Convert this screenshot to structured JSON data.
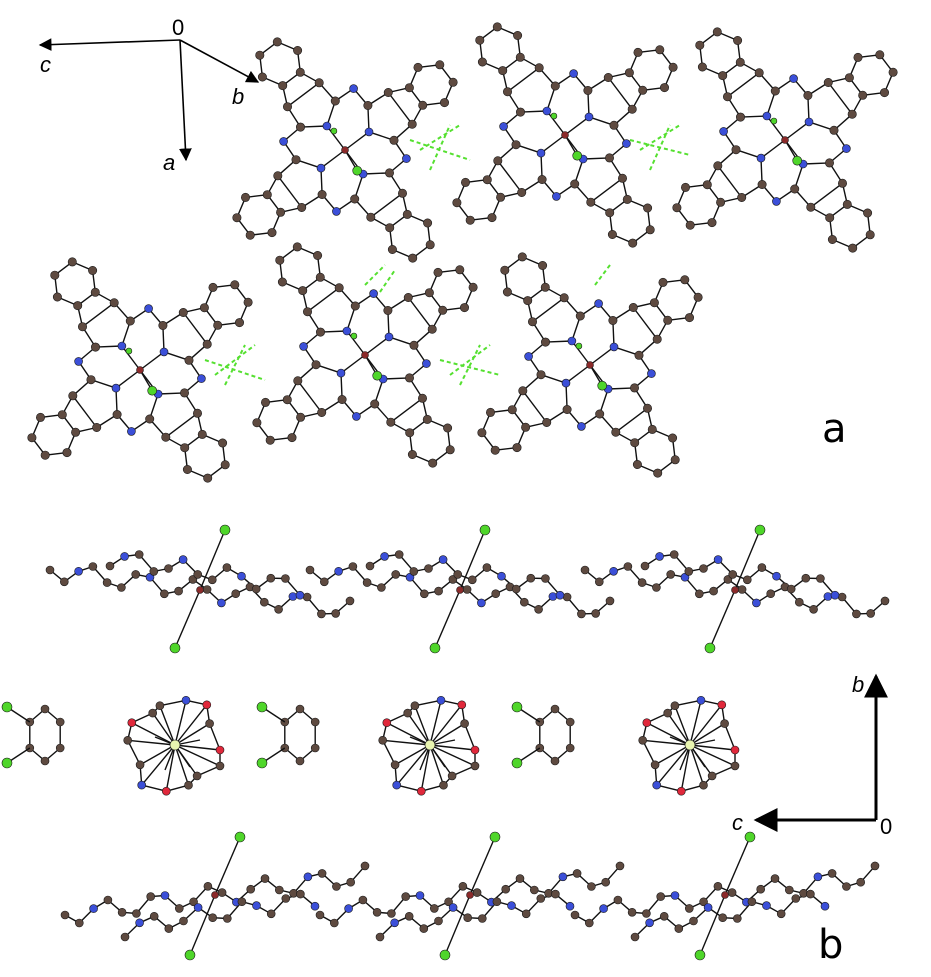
{
  "panels": [
    {
      "label": "a"
    },
    {
      "label": "b"
    }
  ],
  "axes_top": {
    "origin": "0",
    "c": "c",
    "b": "b",
    "a": "a"
  },
  "axes_bottom": {
    "origin": "0",
    "b": "b",
    "c": "c"
  },
  "colors": {
    "carbon": "#5e4a40",
    "nitrogen": "#3b4fd8",
    "chlorine": "#4fd62a",
    "metal": "#8b2a2a",
    "oxygen": "#e0283b",
    "contact": "#55e030",
    "bond": "#111111"
  },
  "icons": {
    "molecule": "phthalocyanine-complex-icon",
    "crown": "crown-ether-cation-icon",
    "solvent": "dichlorobenzene-icon"
  }
}
